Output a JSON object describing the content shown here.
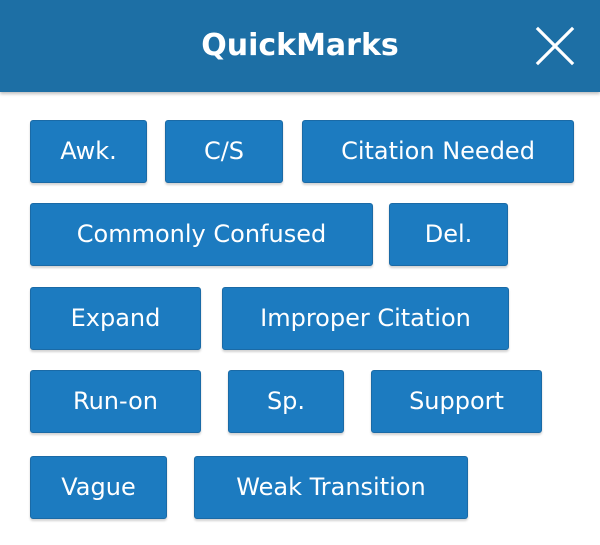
{
  "dialog": {
    "title": "QuickMarks",
    "close_icon": "close-icon"
  },
  "colors": {
    "header_bg": "#1d6fa5",
    "button_bg": "#1c7bc0",
    "text": "#ffffff"
  },
  "quickmarks": [
    "Awk.",
    "C/S",
    "Citation Needed",
    "Commonly Confused",
    "Del.",
    "Expand",
    "Improper Citation",
    "Run-on",
    "Sp.",
    "Support",
    "Vague",
    "Weak Transition"
  ]
}
